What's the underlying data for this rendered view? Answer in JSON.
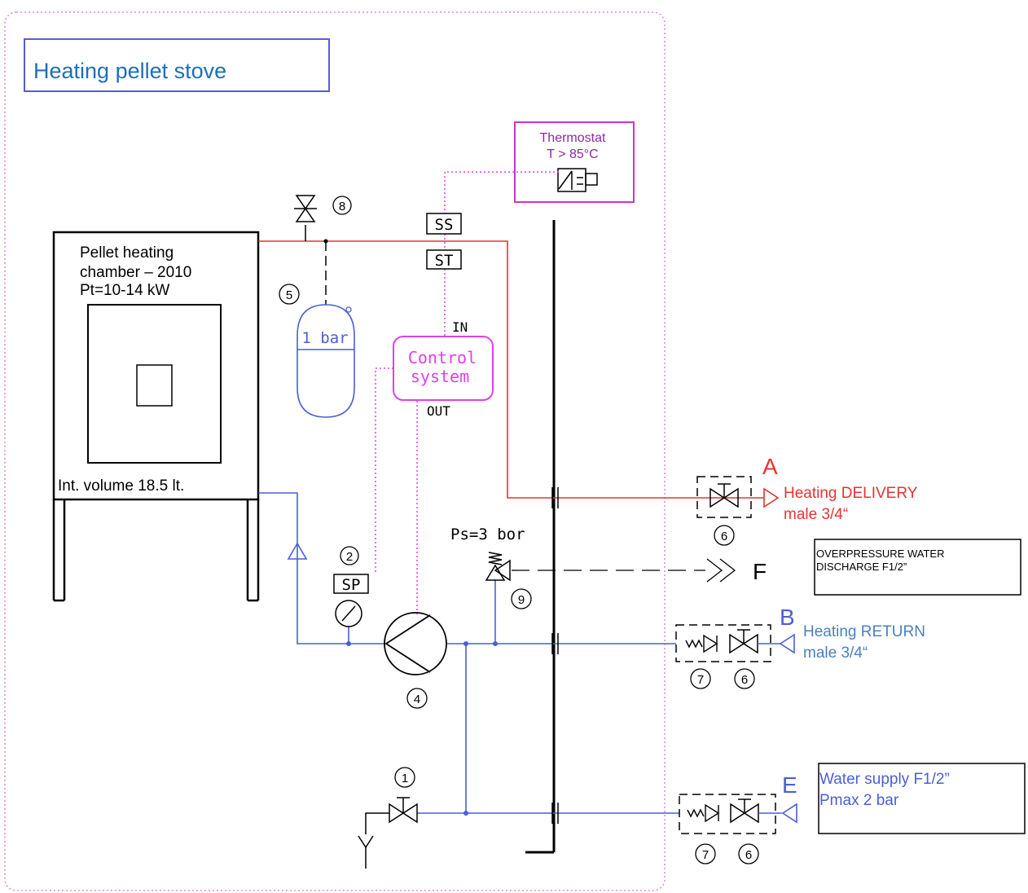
{
  "title": "Heating pellet stove",
  "chamber": {
    "line1": "Pellet heating",
    "line2": "chamber – 2010",
    "line3": "Pt=10-14 kW",
    "volume": "Int. volume 18.5 lt."
  },
  "thermostat": {
    "line1": "Thermostat",
    "line2": "T > 85°C"
  },
  "control": {
    "line1": "Control",
    "line2": "system",
    "in": "IN",
    "out": "OUT"
  },
  "sensors": {
    "ss": "SS",
    "st": "ST",
    "sp": "SP"
  },
  "expansion_tank": {
    "pressure": "1 bar"
  },
  "safety_valve": {
    "label": "Ps=3 bor"
  },
  "numbers": {
    "n1": "1",
    "n2": "2",
    "n4": "4",
    "n5": "5",
    "n6": "6",
    "n7": "7",
    "n8": "8",
    "n9": "9"
  },
  "connections": {
    "a": {
      "letter": "A",
      "line1": "Heating DELIVERY",
      "line2": "male 3/4“"
    },
    "f": {
      "letter": "F",
      "line1": "OVERPRESSURE WATER",
      "line2": "DISCHARGE F1/2”"
    },
    "b": {
      "letter": "B",
      "line1": "Heating RETURN",
      "line2": "male 3/4“"
    },
    "e": {
      "letter": "E",
      "line1": "Water supply F1/2”",
      "line2": "Pmax 2 bar"
    }
  },
  "colors": {
    "delivery": "#e8332f",
    "return": "#4a5fd6",
    "control": "#e040e8",
    "title_text": "#1f6fb5",
    "title_border": "#5b5bd6",
    "boundary": "#dd88dd"
  }
}
